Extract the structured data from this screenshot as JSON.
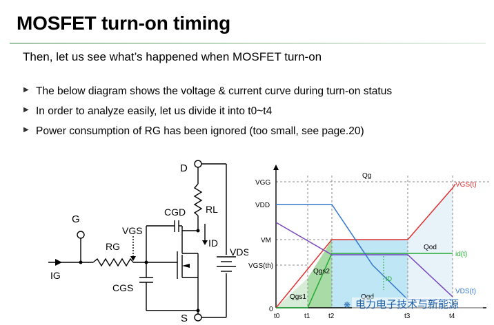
{
  "title": "MOSFET turn-on timing",
  "subtitle": "Then, let us see what’s happened when MOSFET turn-on",
  "bullets": [
    "The below diagram shows the voltage & current curve during turn-on status",
    "In order to analyze easily, let us divide it into t0~t4",
    "Power consumption of RG has been ignored (too small, see page.20)"
  ],
  "circuit": {
    "gate": "G",
    "drain": "D",
    "source": "S",
    "rg": "RG",
    "cgs": "CGS",
    "cgd": "CGD",
    "rl": "RL",
    "vgs": "VGS",
    "id": "ID",
    "vds": "VDS",
    "ig": "IG"
  },
  "chart_data": {
    "type": "line",
    "title": "Qg",
    "x_ticks": [
      "t0",
      "t1",
      "t2",
      "t3",
      "t4"
    ],
    "y_ticks": [
      "VGG",
      "VDD",
      "VM",
      "VGS(th)",
      "0"
    ],
    "series": [
      {
        "name": "VGS(t)",
        "color": "#e03030",
        "points": [
          [
            "t0",
            "0"
          ],
          [
            "t2",
            "VM"
          ],
          [
            "t3",
            "VM"
          ],
          [
            "t4",
            "VGG"
          ]
        ]
      },
      {
        "name": "id(t)",
        "color": "#22aa33",
        "points": [
          [
            "t0",
            "0"
          ],
          [
            "t1",
            "0"
          ],
          [
            "t2",
            "ID"
          ],
          [
            "t4",
            "ID"
          ]
        ]
      },
      {
        "name": "VDS(t)",
        "color": "#3377cc",
        "points": [
          [
            "t0",
            "VDD"
          ],
          [
            "t2",
            "VDD"
          ],
          [
            "t3",
            "~0"
          ],
          [
            "t4",
            "~0"
          ]
        ]
      }
    ],
    "region_labels": [
      "Qgs1",
      "Qgs2",
      "Qgd",
      "Qod"
    ],
    "annotation": "ID",
    "colors": {
      "vgs": "#e03030",
      "id": "#22aa33",
      "vds": "#3377cc",
      "purple": "#7744bb"
    }
  },
  "watermark": "电力电子技术与新能源"
}
